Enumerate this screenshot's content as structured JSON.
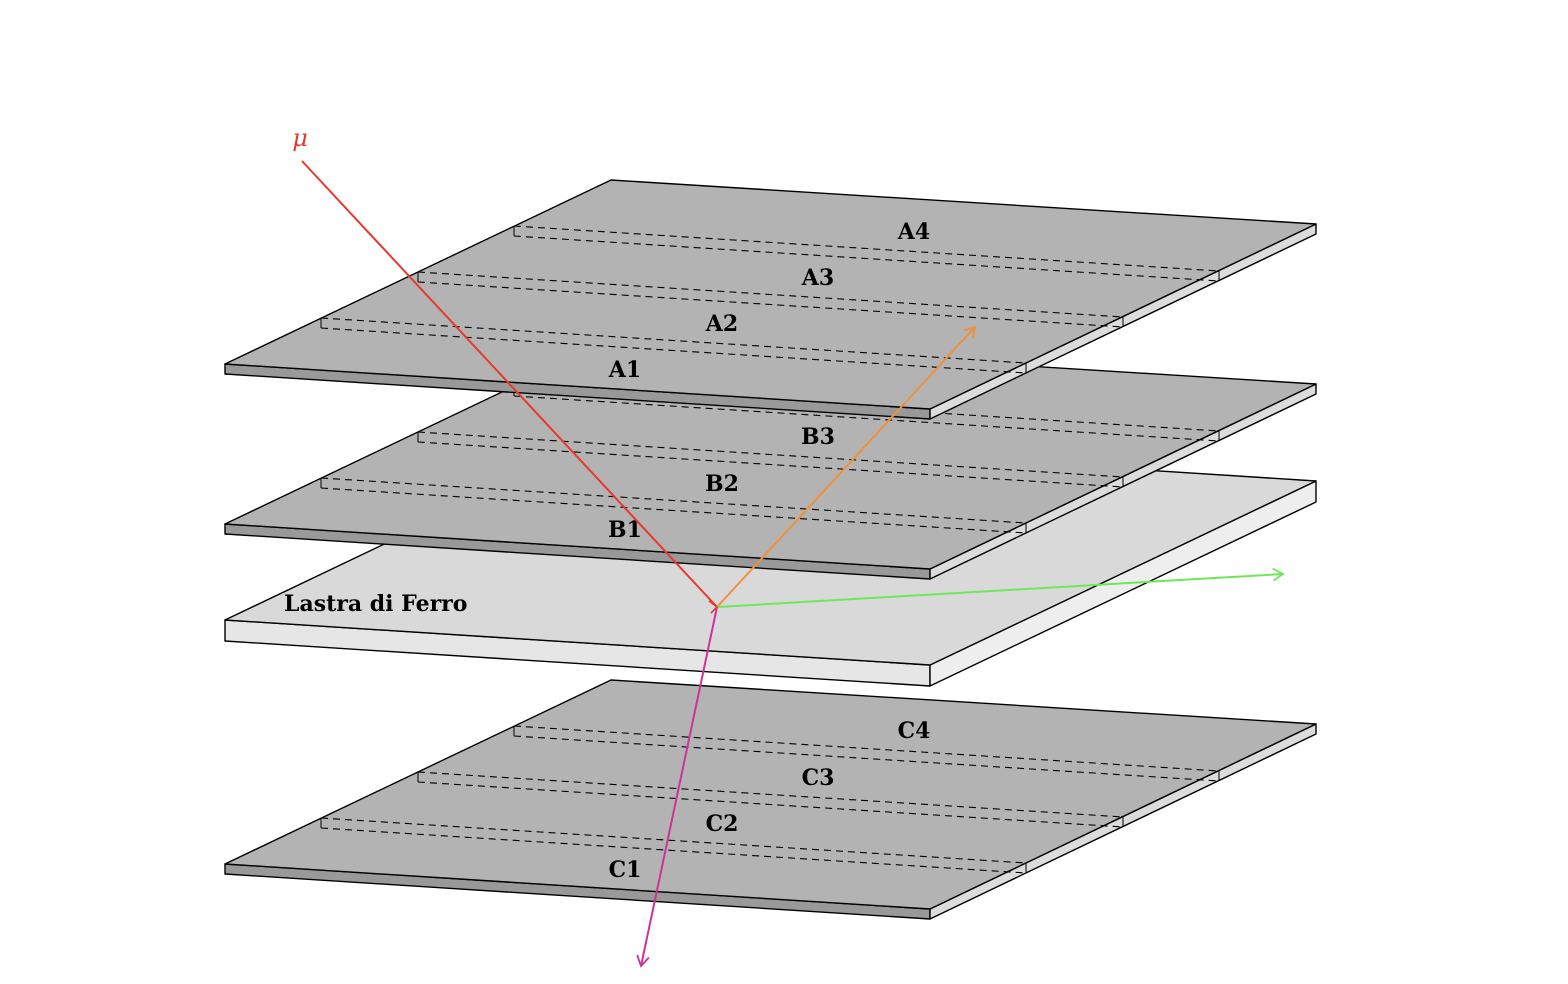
{
  "particle_label": "μ",
  "colors": {
    "muon": "#e8392e",
    "orange_track": "#f0913a",
    "green_track": "#6ee85a",
    "magenta_track": "#cc3399",
    "detector_top": "#b3b3b3",
    "detector_front": "#999999",
    "detector_side": "#dcdcdc",
    "iron_top": "#d9d9d9",
    "iron_front": "#e6e6e6",
    "iron_side": "#eeeeee"
  },
  "iron_plate": {
    "label": "Lastra di Ferro"
  },
  "planes": [
    {
      "name": "A",
      "labels": [
        "A1",
        "A2",
        "A3",
        "A4"
      ]
    },
    {
      "name": "B",
      "labels": [
        "B1",
        "B2",
        "B3"
      ]
    },
    {
      "name": "C",
      "labels": [
        "C1",
        "C2",
        "C3",
        "C4"
      ]
    }
  ]
}
